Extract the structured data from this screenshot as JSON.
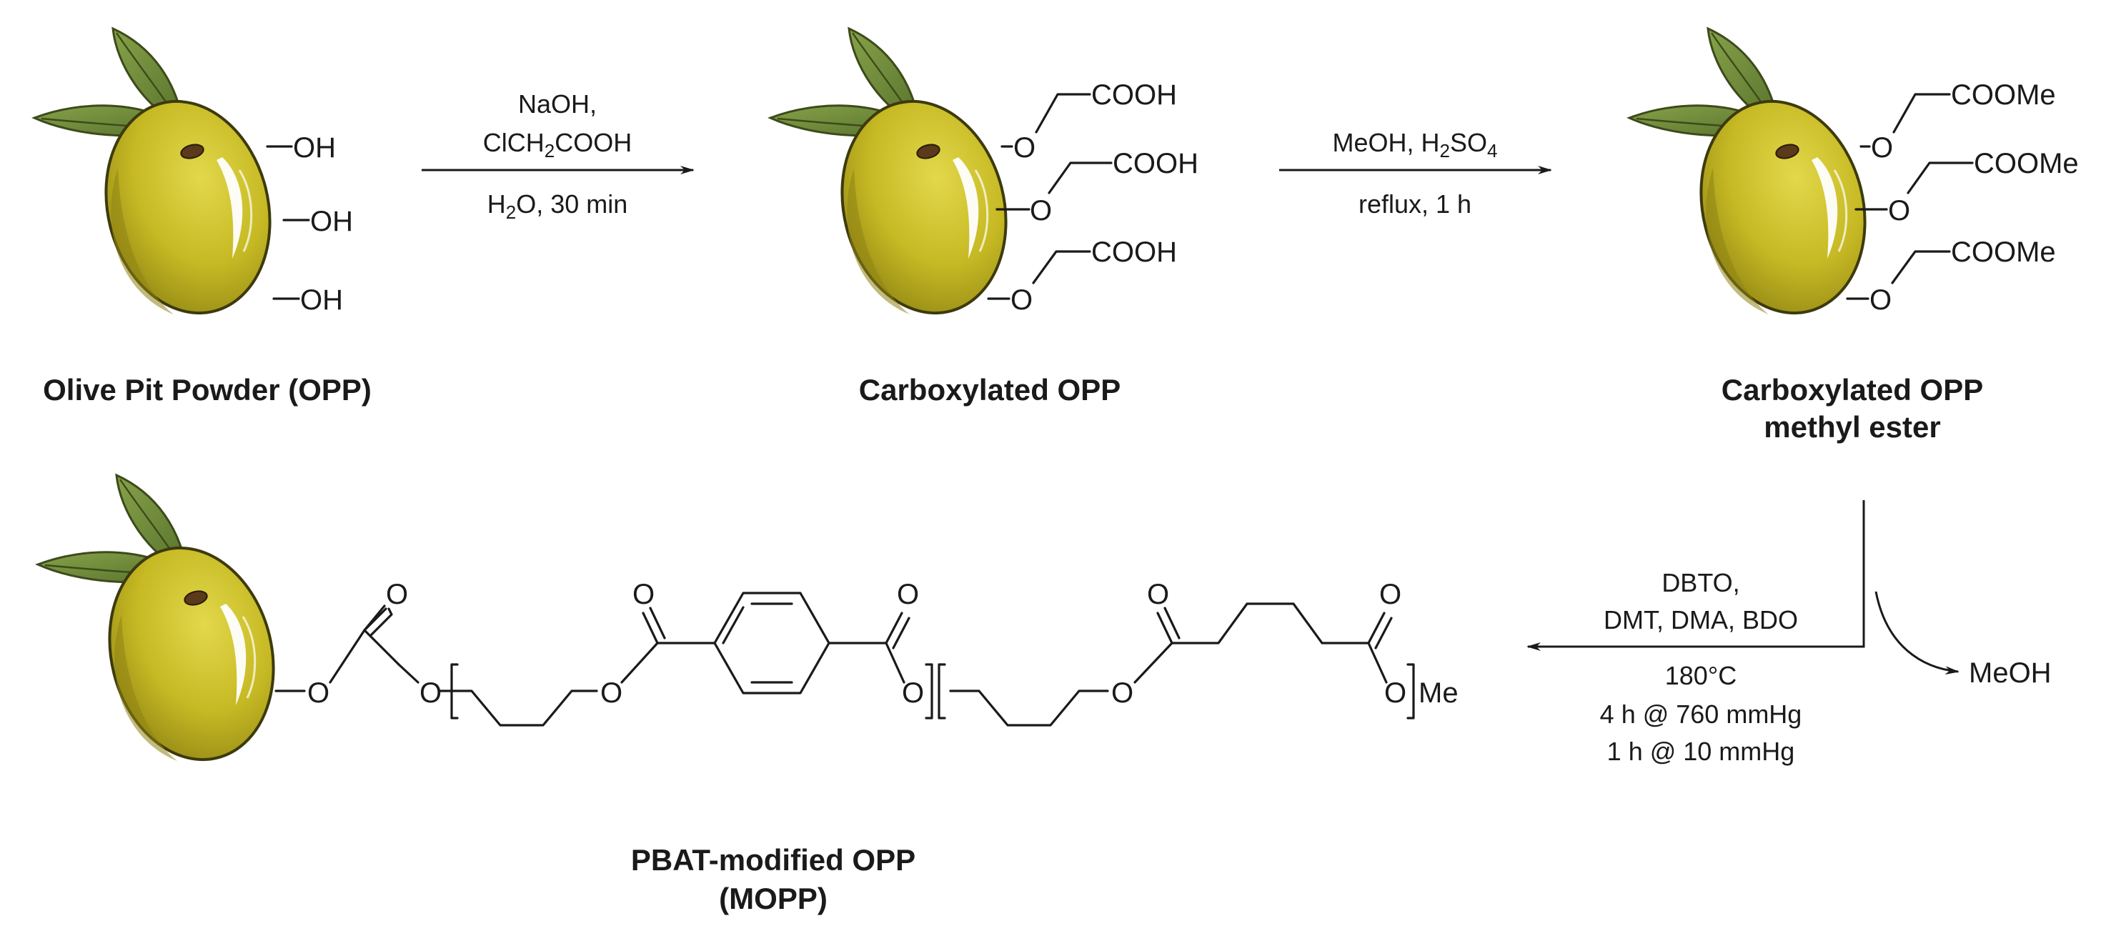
{
  "colors": {
    "olive_light": "#d9cf3a",
    "olive_mid": "#b9ad1e",
    "olive_dark": "#7e7412",
    "olive_outline": "#3d3a0d",
    "leaf": "#6f8a3a",
    "leaf_dark": "#4e6626",
    "stem": "#b08b5c",
    "ink": "#1a1a1a"
  },
  "icons": [
    "olive-icon",
    "leaf-icon",
    "stem-icon"
  ],
  "labels": {
    "opp": "Olive Pit Powder (OPP)",
    "carboxylated": "Carboxylated OPP",
    "ester_line1": "Carboxylated OPP",
    "ester_line2": "methyl ester",
    "mopp_line1": "PBAT-modified OPP",
    "mopp_line2": "(MOPP)"
  },
  "groups": {
    "oh": "OH",
    "cooh": "COOH",
    "coome": "COOMe",
    "o": "O",
    "me": "Me",
    "meoh": "MeOH"
  },
  "step1": {
    "above1": "NaOH,",
    "above2_a": "ClCH",
    "above2_sub": "2",
    "above2_b": "COOH",
    "below_a": "H",
    "below_sub": "2",
    "below_b": "O, 30 min"
  },
  "step2": {
    "above_a": "MeOH, H",
    "above_sub1": "2",
    "above_b": "SO",
    "above_sub2": "4",
    "below": "reflux, 1 h"
  },
  "step3": {
    "line1": "DBTO,",
    "line2": "DMT, DMA, BDO",
    "line3": "180°C",
    "line4": "4 h @ 760 mmHg",
    "line5": "1 h @ 10 mmHg",
    "byproduct": "MeOH"
  }
}
